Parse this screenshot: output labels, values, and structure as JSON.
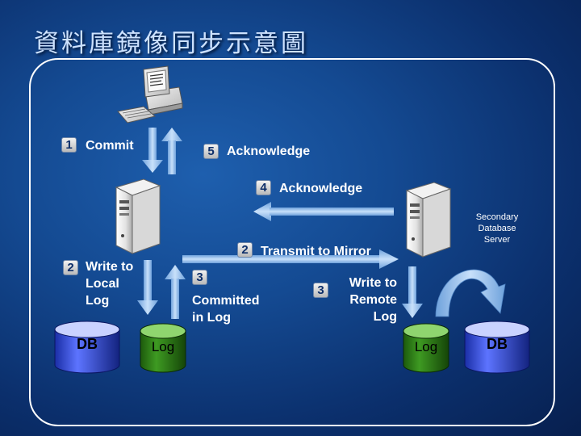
{
  "title": "資料庫鏡像同步示意圖",
  "steps": {
    "commit": {
      "num": "1",
      "text": "Commit"
    },
    "ack5": {
      "num": "5",
      "text": "Acknowledge"
    },
    "ack4": {
      "num": "4",
      "text": "Acknowledge"
    },
    "transmit": {
      "num": "2",
      "text": "Transmit to Mirror"
    },
    "write_local": {
      "num": "2",
      "line1": "Write to",
      "line2": "Local",
      "line3": "Log"
    },
    "committed": {
      "num": "3",
      "line1": "Committed",
      "line2": "in Log"
    },
    "write_remote": {
      "num": "3",
      "line1": "Write to",
      "line2": "Remote",
      "line3": "Log"
    }
  },
  "secondary": {
    "line1": "Secondary",
    "line2": "Database",
    "line3": "Server"
  },
  "cylinders": {
    "db_left": "DB",
    "log_left": "Log",
    "log_right": "Log",
    "db_right": "DB"
  },
  "colors": {
    "arrow": "#9cc4ee",
    "db_cylinder": "#4a5fe0",
    "log_cylinder": "#2e7d16"
  }
}
